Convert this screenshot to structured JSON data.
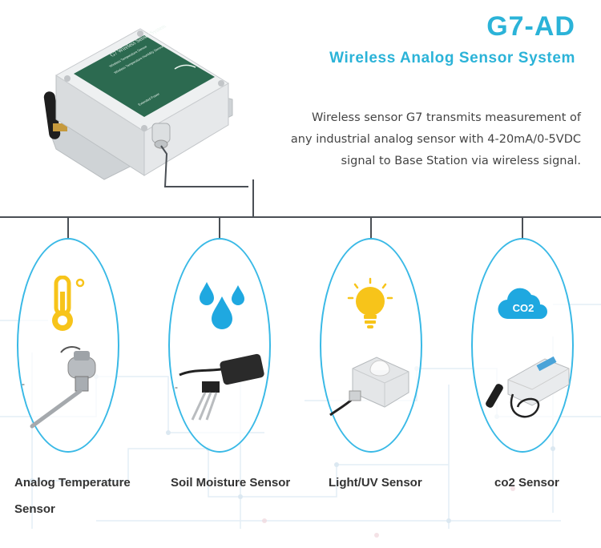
{
  "header": {
    "title": "G7-AD",
    "subtitle": "Wireless Analog Sensor System",
    "description_lines": [
      "Wireless sensor G7 transmits measurement of",
      "any industrial analog sensor with 4-20mA/0-5VDC",
      "signal to Base Station via wireless signal."
    ]
  },
  "device": {
    "panel_title": "G7 Wireless Sensor System",
    "panel_line1": "Wireless Temperature Sensor",
    "panel_line2": "Wireless Temperature Humidity Sensor",
    "panel_footer": "Extended Power"
  },
  "sensors": [
    {
      "label_line1": "Analog Temperature",
      "label_line2": "Sensor",
      "icon": "thermometer-icon"
    },
    {
      "label_line1": "Soil Moisture Sensor",
      "label_line2": "",
      "icon": "water-drops-icon"
    },
    {
      "label_line1": "Light/UV Sensor",
      "label_line2": "",
      "icon": "light-bulb-icon"
    },
    {
      "label_line1": "co2 Sensor",
      "label_line2": "",
      "icon": "co2-cloud-icon"
    }
  ],
  "co2_cloud_text": "CO2",
  "colors": {
    "accent": "#2bb3d8",
    "oval_border": "#39b9e6",
    "line": "#4a4f55",
    "icon_yellow": "#f7c41a",
    "icon_blue": "#1fa8e0"
  }
}
